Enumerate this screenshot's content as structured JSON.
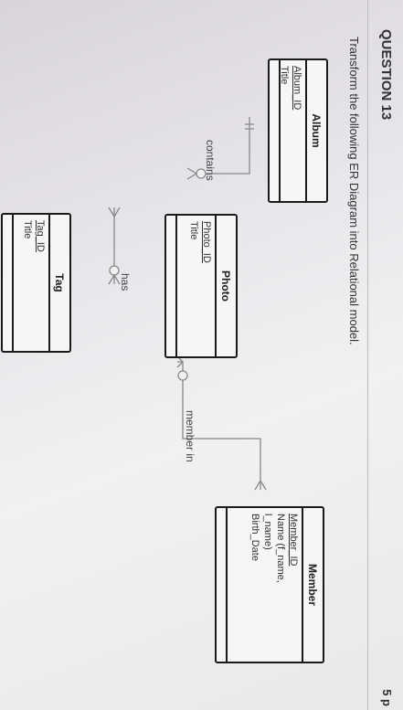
{
  "header": {
    "question": "QUESTION 13",
    "points": "5 p"
  },
  "instruction": "Transform the following ER Diagram into Relational model.",
  "entities": {
    "album": {
      "name": "Album",
      "attrs": [
        "Album_ID",
        "Title"
      ]
    },
    "photo": {
      "name": "Photo",
      "attrs": [
        "Photo_ID",
        "Title"
      ]
    },
    "tag": {
      "name": "Tag",
      "attrs": [
        "Tag_ID",
        "Title"
      ]
    },
    "member": {
      "name": "Member",
      "attrs": [
        "Member_ID",
        "Name (f_name,",
        "l_name)",
        "Birth_Date"
      ]
    }
  },
  "relationships": {
    "contains": "contains",
    "has": "has",
    "member_in": "member in"
  }
}
